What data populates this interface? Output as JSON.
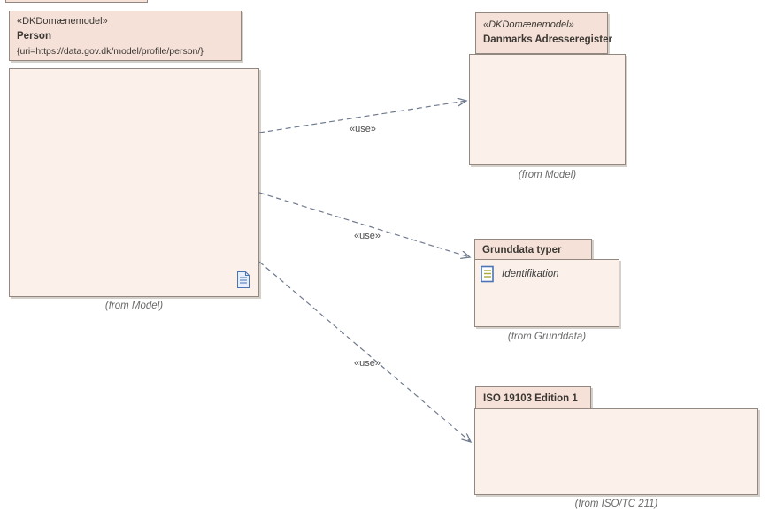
{
  "diagram": {
    "type": "uml-package-diagram",
    "background": "#ffffff",
    "colors": {
      "package_tab_fill": "#f5e1d8",
      "package_body_fill": "#fbf0ea",
      "package_border": "#93887f",
      "shadow": "#d6d0ca",
      "connector": "#6f7a8e",
      "text": "#3b3733",
      "muted_text": "#6a6a6a",
      "icon_blue": "#4a74b4"
    },
    "packages": [
      {
        "id": "person",
        "stereotype": "«DKDomænemodel»",
        "name": "Person",
        "tagged_value": "{uri=https://data.gov.dk/model/profile/person/}",
        "from_label": "(from Model)",
        "icons": [
          "document-icon"
        ]
      },
      {
        "id": "danmarks-adresseregister",
        "stereotype": "«DKDomænemodel»",
        "name": "Danmarks Adresseregister",
        "from_label": "(from Model)"
      },
      {
        "id": "grunddata-typer",
        "name": "Grunddata typer",
        "from_label": "(from Grunddata)",
        "elements": [
          {
            "name": "Identifikation",
            "icon": "enumeration-icon"
          }
        ]
      },
      {
        "id": "iso-19103-edition-1",
        "name": "ISO 19103 Edition 1",
        "from_label": "(from ISO/TC 211)"
      }
    ],
    "connectors": [
      {
        "label": "«use»",
        "from": "Person",
        "to": "Danmarks Adresseregister",
        "line_style": "dashed",
        "arrow": "open"
      },
      {
        "label": "«use»",
        "from": "Person",
        "to": "Grunddata typer",
        "line_style": "dashed",
        "arrow": "open"
      },
      {
        "label": "«use»",
        "from": "Person",
        "to": "ISO 19103 Edition 1",
        "line_style": "dashed",
        "arrow": "open"
      }
    ]
  }
}
